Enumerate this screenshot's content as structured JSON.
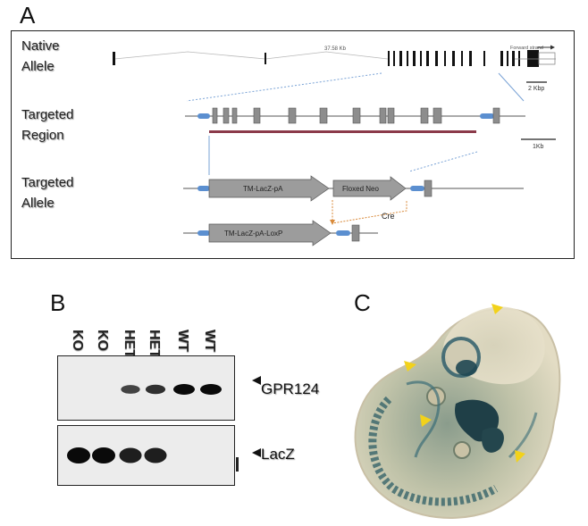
{
  "panel_a": {
    "letter": "A",
    "native_allele": [
      "Native",
      "Allele"
    ],
    "targeted_region": [
      "Targeted",
      "Region"
    ],
    "targeted_allele": [
      "Targeted",
      "Allele"
    ],
    "gene_length": "37.58 Kb",
    "strand": "Forward strand",
    "scale_native": "2 Kbp",
    "scale_region": "1Kb",
    "cassette_1": "TM-LacZ-pA",
    "cassette_2": "Floxed Neo",
    "cre_label": "Cre",
    "cassette_after_cre": "TM-LacZ-pA-LoxP"
  },
  "panel_b": {
    "letter": "B",
    "lanes": [
      "KO",
      "KO",
      "HET",
      "HET",
      "WT",
      "WT"
    ],
    "band_1": "GPR124",
    "band_2": "LacZ",
    "gpr124_intensity": [
      0,
      0,
      0.55,
      0.7,
      1,
      1
    ],
    "lacz_intensity": [
      1,
      1,
      0.85,
      0.85,
      0,
      0
    ]
  },
  "panel_c": {
    "letter": "C"
  },
  "colors": {
    "cassette_fill": "#9c9c9c",
    "exon_fill": "#8d8d8d",
    "loxp_blue": "#5b8fd0",
    "region_bar": "#8b3a4a",
    "cre_orange": "#d98a3a",
    "guide_blue": "#7aa3d6",
    "xgal_blue": "#2e5d66",
    "arrowhead_yellow": "#f2d21b"
  }
}
